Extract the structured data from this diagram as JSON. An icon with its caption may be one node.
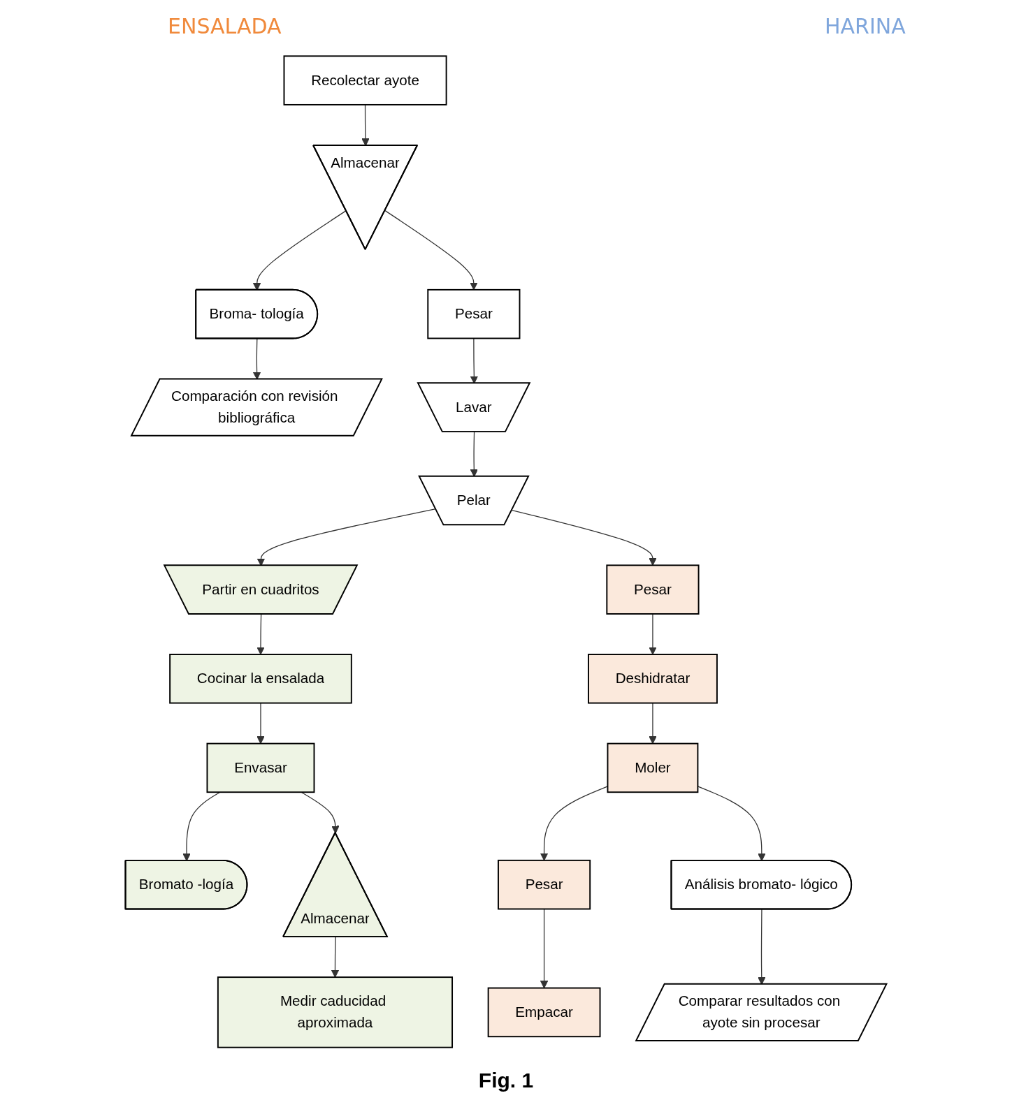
{
  "diagram": {
    "caption": "Fig. 1",
    "nodes": [
      {
        "text": [
          "Recolectar ayote"
        ]
      },
      {
        "text": [
          "Almacenar"
        ]
      },
      {
        "text": [
          "Broma- tología"
        ]
      },
      {
        "text": [
          "Pesar"
        ]
      },
      {
        "text": [
          "Comparación con revisión bibliográfica"
        ]
      },
      {
        "text": [
          "Lavar"
        ]
      },
      {
        "text": [
          "Pelar"
        ]
      },
      {
        "text": [
          "Partir en cuadritos"
        ]
      },
      {
        "text": [
          "Cocinar la ensalada"
        ]
      },
      {
        "text": [
          "Envasar"
        ]
      },
      {
        "text": [
          "Bromato -logía"
        ]
      },
      {
        "text": [
          "Almacenar"
        ]
      },
      {
        "text": [
          "Medir caducidad aproximada"
        ]
      },
      {
        "text": [
          "Pesar"
        ]
      },
      {
        "text": [
          "Deshidratar"
        ]
      },
      {
        "text": [
          "Moler"
        ]
      },
      {
        "text": [
          "Pesar"
        ]
      },
      {
        "text": [
          "Empacar"
        ]
      },
      {
        "text": [
          "Análisis bromato- lógico"
        ]
      },
      {
        "text": [
          "Comparar resultados con ayote sin procesar"
        ]
      }
    ],
    "edges": [
      {
        "from": 0,
        "to": 1,
        "arrow": "to"
      },
      {
        "from": 1,
        "to": 2,
        "arrow": "to"
      },
      {
        "from": 2,
        "to": 4,
        "arrow": "to"
      },
      {
        "from": 1,
        "to": 3,
        "arrow": "to"
      },
      {
        "from": 3,
        "to": 5,
        "arrow": "to"
      },
      {
        "from": 5,
        "to": 6,
        "arrow": "to"
      },
      {
        "from": 6,
        "to": 7,
        "arrow": "to"
      },
      {
        "from": 7,
        "to": 8,
        "arrow": "to"
      },
      {
        "from": 8,
        "to": 9,
        "arrow": "to"
      },
      {
        "from": 9,
        "to": 10,
        "arrow": "to"
      },
      {
        "from": 9,
        "to": 11,
        "arrow": "to"
      },
      {
        "from": 11,
        "to": 12,
        "arrow": "to"
      },
      {
        "from": 6,
        "to": 13,
        "arrow": "to"
      },
      {
        "from": 13,
        "to": 14,
        "arrow": "to"
      },
      {
        "from": 14,
        "to": 15,
        "arrow": "to"
      },
      {
        "from": 15,
        "to": 16,
        "arrow": "to"
      },
      {
        "from": 16,
        "to": 17,
        "arrow": "to"
      },
      {
        "from": 15,
        "to": 18,
        "arrow": "to"
      },
      {
        "from": 18,
        "to": 19,
        "arrow": "to"
      }
    ],
    "labels": [
      "ENSALADA",
      "HARINA"
    ]
  }
}
